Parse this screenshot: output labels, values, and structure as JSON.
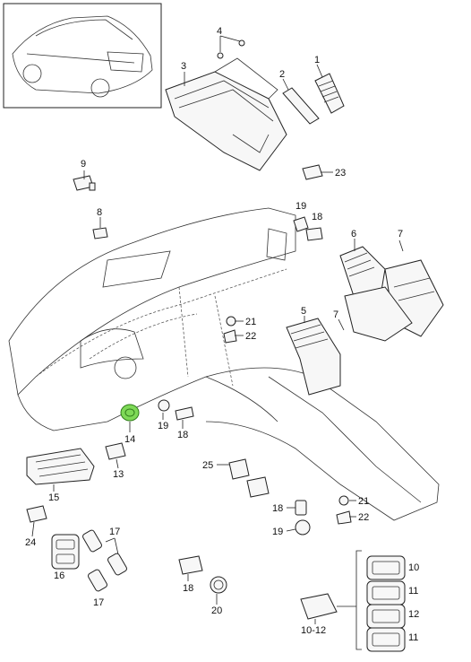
{
  "title": "",
  "accent_color": "#7ed957",
  "callouts": {
    "c1": "1",
    "c2": "2",
    "c3": "3",
    "c4": "4",
    "c5": "5",
    "c6": "6",
    "c7a": "7",
    "c7b": "7",
    "c8": "8",
    "c9": "9",
    "c10a": "10",
    "c11a": "11",
    "c12": "12",
    "c11b": "11",
    "c10_12": "10-12",
    "c13": "13",
    "c14": "14",
    "c15": "15",
    "c16": "16",
    "c17a": "17",
    "c17b": "17",
    "c18a": "18",
    "c18b": "18",
    "c18c": "18",
    "c18d": "18",
    "c19a": "19",
    "c19b": "19",
    "c19c": "19",
    "c20": "20",
    "c21a": "21",
    "c21b": "21",
    "c22a": "22",
    "c22b": "22",
    "c23": "23",
    "c24": "24",
    "c25": "25"
  },
  "highlighted_part": "14"
}
